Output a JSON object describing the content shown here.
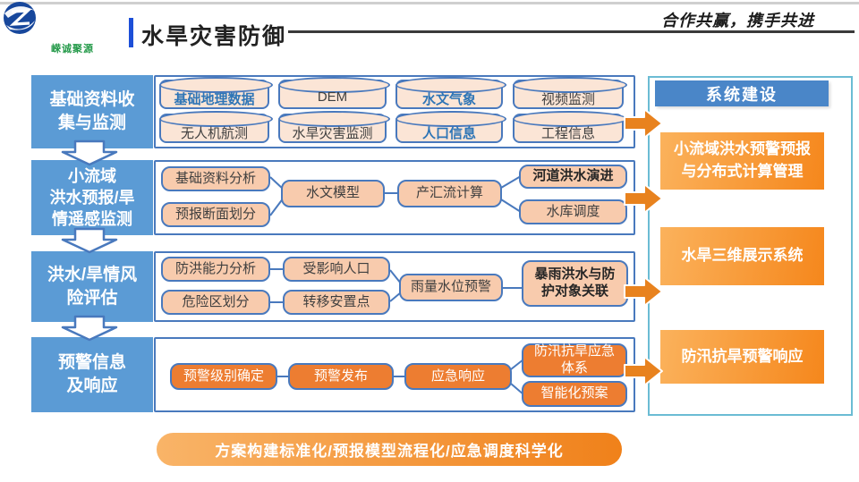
{
  "header": {
    "brand": "嵘诚聚源",
    "title": "水旱灾害防御",
    "slogan": "合作共赢，携手共进"
  },
  "stages": [
    {
      "label": "基础资料收\n集与监测"
    },
    {
      "label": "小流域\n洪水预报/旱\n情遥感监测"
    },
    {
      "label": "洪水/旱情风\n险评估"
    },
    {
      "label": "预警信息\n及响应"
    }
  ],
  "stage1": {
    "cylinders": [
      {
        "label": "基础地理数据",
        "highlight": true
      },
      {
        "label": "DEM",
        "highlight": false
      },
      {
        "label": "水文气象",
        "highlight": true
      },
      {
        "label": "视频监测",
        "highlight": false
      },
      {
        "label": "无人机航测",
        "highlight": false
      },
      {
        "label": "水旱灾害监测",
        "highlight": false
      },
      {
        "label": "人口信息",
        "highlight": true
      },
      {
        "label": "工程信息",
        "highlight": false
      }
    ]
  },
  "stage2": {
    "boxes": [
      "基础资料分析",
      "预报断面划分",
      "水文模型",
      "产汇流计算",
      "河道洪水演进",
      "水库调度"
    ]
  },
  "stage3": {
    "boxes": [
      "防洪能力分析",
      "危险区划分",
      "受影响人口",
      "转移安置点",
      "雨量水位预警",
      "暴雨洪水与防\n护对象关联"
    ]
  },
  "stage4": {
    "boxes": [
      "预警级别确定",
      "预警发布",
      "应急响应",
      "防汛抗旱应急\n体系",
      "智能化预案"
    ]
  },
  "panel": {
    "title": "系统建设",
    "items": [
      "小流域洪水预警预报\n与分布式计算管理",
      "水旱三维展示系统",
      "防汛抗旱预警响应"
    ]
  },
  "footer": {
    "text": "方案构建标准化/预报模型流程化/应急调度科学化"
  },
  "colors": {
    "stage_label_blue": "#5b9bd5",
    "box_border_blue": "#4979bd",
    "cylinder_fill": "#fbe5d6",
    "process_fill": "#f8cbad",
    "action_orange": "#ed7d31",
    "panel_border_teal": "#6bbcd4",
    "panel_header_blue": "#4a86c8",
    "highlight_text_blue": "#2e75b6",
    "brand_green": "#259a4a"
  }
}
